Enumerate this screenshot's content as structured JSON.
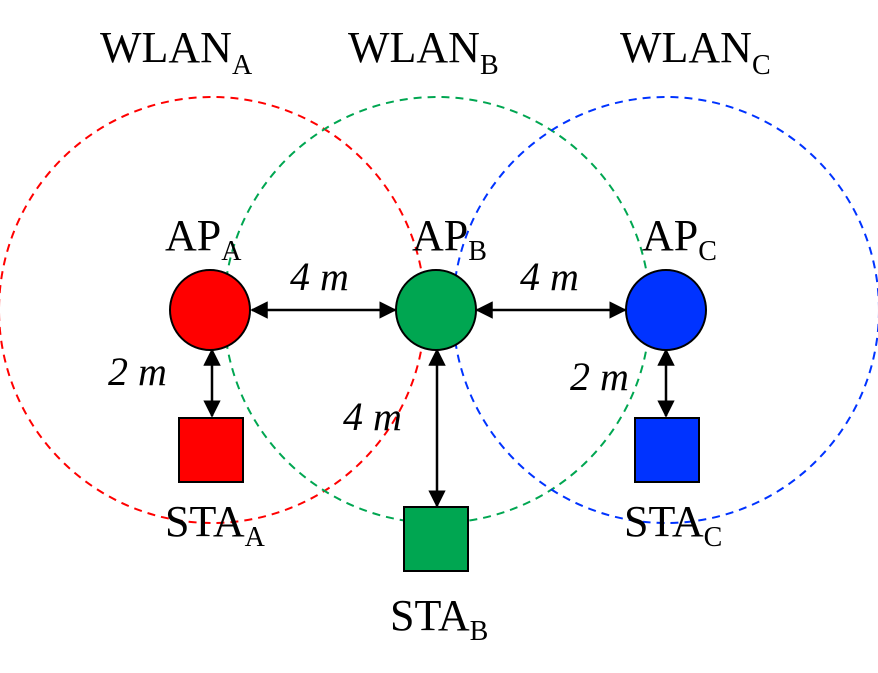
{
  "wlans": [
    {
      "name": "WLAN",
      "sub": "A",
      "color": "#ff0000"
    },
    {
      "name": "WLAN",
      "sub": "B",
      "color": "#00a651"
    },
    {
      "name": "WLAN",
      "sub": "C",
      "color": "#0033ff"
    }
  ],
  "access_points": [
    {
      "name": "AP",
      "sub": "A",
      "fill": "#ff0000"
    },
    {
      "name": "AP",
      "sub": "B",
      "fill": "#00a651"
    },
    {
      "name": "AP",
      "sub": "C",
      "fill": "#0033ff"
    }
  ],
  "stations": [
    {
      "name": "STA",
      "sub": "A",
      "fill": "#ff0000"
    },
    {
      "name": "STA",
      "sub": "B",
      "fill": "#00a651"
    },
    {
      "name": "STA",
      "sub": "C",
      "fill": "#0033ff"
    }
  ],
  "distances": {
    "ap_a_ap_b": "4 m",
    "ap_b_ap_c": "4 m",
    "ap_a_sta_a": "2 m",
    "ap_b_sta_b": "4 m",
    "ap_c_sta_c": "2 m"
  }
}
